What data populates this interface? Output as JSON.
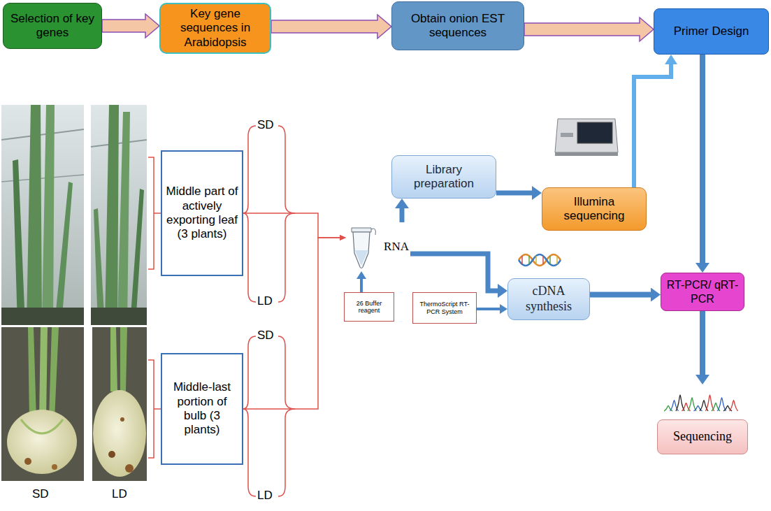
{
  "diagram": {
    "nodes": [
      {
        "text": [
          "Selection of key genes"
        ]
      },
      {
        "text": [
          "Key gene sequences in Arabidopsis"
        ]
      },
      {
        "text": [
          "Obtain onion EST sequences"
        ]
      },
      {
        "text": [
          "Primer Design"
        ]
      },
      {
        "text": [
          "Middle part of actively exporting leaf (3 plants)"
        ]
      },
      {
        "text": [
          "Library preparation"
        ]
      },
      {
        "text": [
          "Illumina sequencing"
        ]
      },
      {
        "text": [
          "RNA"
        ]
      },
      {
        "text": [
          "cDNA synthesis"
        ]
      },
      {
        "text": [
          "RT-PCR/ qRT-PCR"
        ]
      },
      {
        "text": [
          "26 Buffer reagent"
        ]
      },
      {
        "text": [
          "ThermoScript RT-PCR System"
        ]
      },
      {
        "text": [
          "Middle-last portion of bulb (3 plants)"
        ]
      },
      {
        "text": [
          "Sequencing"
        ]
      }
    ],
    "edges": [
      {
        "from": 0,
        "to": 1,
        "arrow": "to"
      },
      {
        "from": 1,
        "to": 2,
        "arrow": "to"
      },
      {
        "from": 2,
        "to": 3,
        "arrow": "to"
      },
      {
        "from": 4,
        "to": 7,
        "arrow": "to"
      },
      {
        "from": 12,
        "to": 7,
        "arrow": "to"
      },
      {
        "from": 7,
        "to": 5,
        "arrow": "to"
      },
      {
        "from": 5,
        "to": 6,
        "arrow": "to"
      },
      {
        "from": 6,
        "to": 3,
        "arrow": "to"
      },
      {
        "from": 10,
        "to": 7,
        "arrow": "to"
      },
      {
        "from": 7,
        "to": 8,
        "arrow": "to"
      },
      {
        "from": 11,
        "to": 8,
        "arrow": "to"
      },
      {
        "from": 8,
        "to": 9,
        "arrow": "to"
      },
      {
        "from": 3,
        "to": 9,
        "arrow": "to"
      },
      {
        "from": 9,
        "to": 13,
        "arrow": "to"
      }
    ],
    "labels": [
      "SD",
      "LD",
      "SD",
      "SD",
      "LD",
      "LD"
    ]
  }
}
